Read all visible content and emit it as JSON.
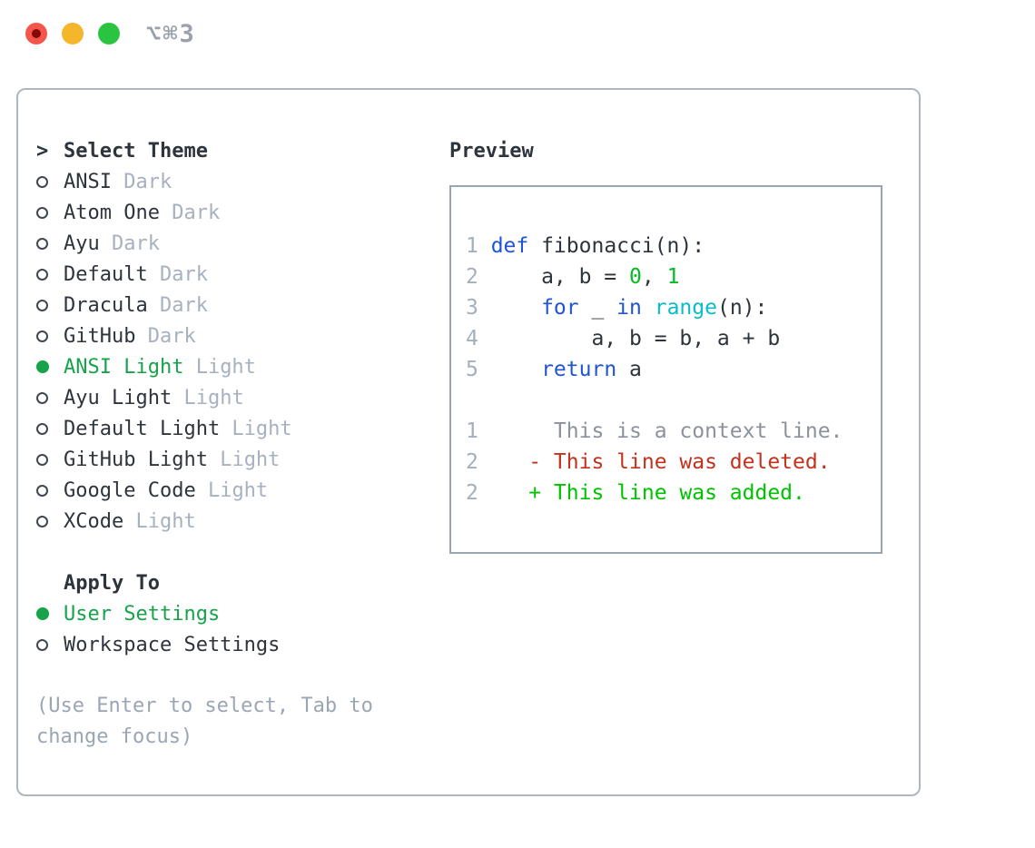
{
  "window": {
    "shortcut_label": "⌥⌘3"
  },
  "theme_picker": {
    "prompt": ">",
    "title": "Select Theme",
    "items": [
      {
        "name": "ANSI",
        "variant": "Dark",
        "selected": false
      },
      {
        "name": "Atom One",
        "variant": "Dark",
        "selected": false
      },
      {
        "name": "Ayu",
        "variant": "Dark",
        "selected": false
      },
      {
        "name": "Default",
        "variant": "Dark",
        "selected": false
      },
      {
        "name": "Dracula",
        "variant": "Dark",
        "selected": false
      },
      {
        "name": "GitHub",
        "variant": "Dark",
        "selected": false
      },
      {
        "name": "ANSI Light",
        "variant": "Light",
        "selected": true
      },
      {
        "name": "Ayu Light",
        "variant": "Light",
        "selected": false
      },
      {
        "name": "Default Light",
        "variant": "Light",
        "selected": false
      },
      {
        "name": "GitHub Light",
        "variant": "Light",
        "selected": false
      },
      {
        "name": "Google Code",
        "variant": "Light",
        "selected": false
      },
      {
        "name": "XCode",
        "variant": "Light",
        "selected": false
      }
    ]
  },
  "apply_to": {
    "title": "Apply To",
    "options": [
      {
        "label": "User Settings",
        "selected": true
      },
      {
        "label": "Workspace Settings",
        "selected": false
      }
    ]
  },
  "help_text": "(Use Enter to select, Tab to change focus)",
  "preview": {
    "title": "Preview",
    "code_lines": [
      {
        "num": "1",
        "segments": [
          {
            "t": "def",
            "c": "keyword"
          },
          {
            "t": " fibonacci(n):",
            "c": "plain"
          }
        ]
      },
      {
        "num": "2",
        "segments": [
          {
            "t": "    a, b = ",
            "c": "plain"
          },
          {
            "t": "0",
            "c": "number"
          },
          {
            "t": ", ",
            "c": "plain"
          },
          {
            "t": "1",
            "c": "number"
          }
        ]
      },
      {
        "num": "3",
        "segments": [
          {
            "t": "    ",
            "c": "plain"
          },
          {
            "t": "for",
            "c": "keyword"
          },
          {
            "t": " _ ",
            "c": "plain"
          },
          {
            "t": "in",
            "c": "keyword"
          },
          {
            "t": " ",
            "c": "plain"
          },
          {
            "t": "range",
            "c": "builtin"
          },
          {
            "t": "(n):",
            "c": "plain"
          }
        ]
      },
      {
        "num": "4",
        "segments": [
          {
            "t": "        a, b = b, a + b",
            "c": "plain"
          }
        ]
      },
      {
        "num": "5",
        "segments": [
          {
            "t": "    ",
            "c": "plain"
          },
          {
            "t": "return",
            "c": "keyword"
          },
          {
            "t": " a",
            "c": "plain"
          }
        ]
      }
    ],
    "diff_lines": [
      {
        "num": "1",
        "segments": [
          {
            "t": "     This is a context line.",
            "c": "context"
          }
        ]
      },
      {
        "num": "2",
        "segments": [
          {
            "t": "   ",
            "c": "plain"
          },
          {
            "t": "- This line was deleted.",
            "c": "deleted"
          }
        ]
      },
      {
        "num": "2",
        "segments": [
          {
            "t": "   ",
            "c": "plain"
          },
          {
            "t": "+ This line was added.",
            "c": "added"
          }
        ]
      }
    ]
  },
  "colors": {
    "text": "#2e343c",
    "dim": "#a7b1bf",
    "help": "#9aa6b4",
    "green": "#16a34a",
    "keyword": "#1f55d1",
    "builtin": "#09bcc8",
    "number": "#00bd23",
    "added": "#00c300",
    "deleted": "#c4311c",
    "context": "#8b929b",
    "lnum": "#a4afbd",
    "panel-border": "#aeb6c2",
    "box-border": "#9aa5b2",
    "radio-border": "#41474f",
    "light-red": "#f4564b",
    "light-red-dot": "#820c05",
    "light-yellow": "#f6b62b",
    "light-green": "#2bc440",
    "shortcut": "#9aa1ab"
  }
}
